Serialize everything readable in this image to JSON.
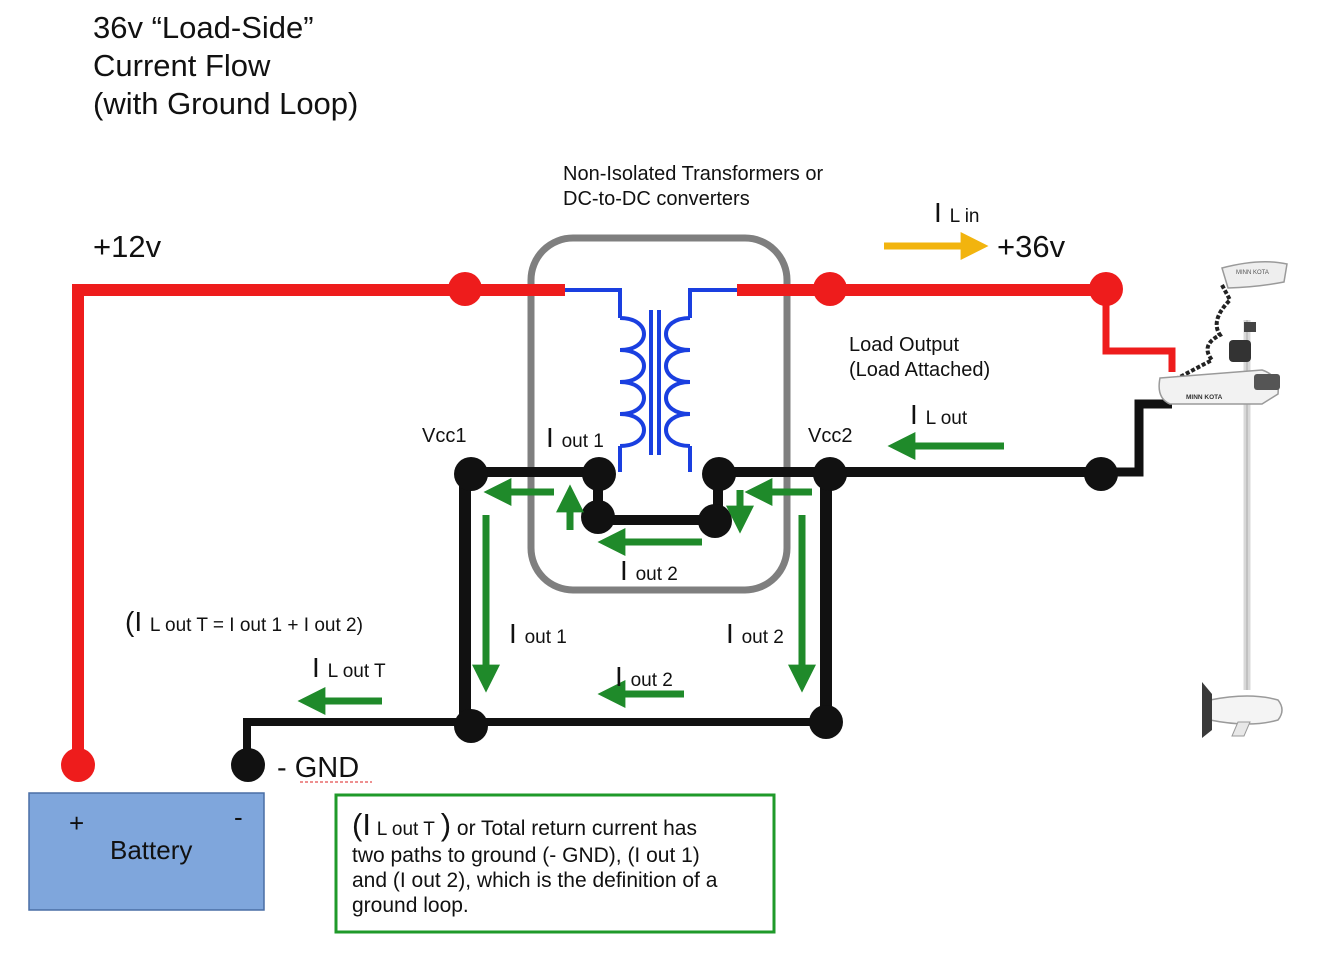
{
  "title": {
    "line1": "36v “Load-Side”",
    "line2": "Current Flow",
    "line3": "(with Ground Loop)"
  },
  "transformer": {
    "label_line1": "Non-Isolated Transformers or",
    "label_line2": "DC-to-DC converters"
  },
  "rails": {
    "input_voltage": "+12v",
    "output_voltage": "+36v"
  },
  "load": {
    "label_line1": "Load Output",
    "label_line2": "(Load Attached)",
    "device_brand": "MINN KOTA"
  },
  "nodes": {
    "vcc1": "Vcc1",
    "vcc2": "Vcc2",
    "gnd": "- GND"
  },
  "currents": {
    "i_prefix": "I",
    "l_in": "L in",
    "l_out": "L out",
    "l_out_t": "L out T",
    "out1": "out 1",
    "out2": "out 2",
    "equation_open": "(I",
    "equation_body": "L out T = I out 1  + I out 2)"
  },
  "battery": {
    "label": "Battery",
    "plus": "+",
    "minus": "-"
  },
  "note": {
    "paren_open": "(I",
    "term": "L  out T",
    "paren_close": ")",
    "line1_rest": "or Total return current has",
    "line2": "two paths to ground (- GND), (I out 1)",
    "line3": "and (I out 2), which is the definition of a",
    "line4": "ground loop."
  },
  "colors": {
    "positive_wire": "#ee1c1c",
    "negative_wire": "#111111",
    "winding": "#1a3fe0",
    "current_arrow": "#1f8a2a",
    "input_arrow": "#f2b40e",
    "box_outline": "#7f7f7f",
    "battery_fill": "#7fa6dc",
    "note_border": "#1f9a2a"
  }
}
